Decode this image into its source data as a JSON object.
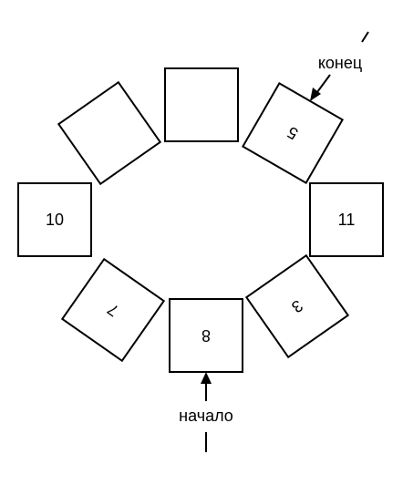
{
  "diagram": {
    "boxes": [
      {
        "id": "top-left",
        "label": ""
      },
      {
        "id": "top",
        "label": ""
      },
      {
        "id": "top-right",
        "label": "5"
      },
      {
        "id": "left",
        "label": "10"
      },
      {
        "id": "right",
        "label": "11"
      },
      {
        "id": "bottom-left",
        "label": "7"
      },
      {
        "id": "bottom",
        "label": "8"
      },
      {
        "id": "bottom-right",
        "label": "3"
      }
    ],
    "end_label": "конец",
    "start_label": "начало"
  }
}
